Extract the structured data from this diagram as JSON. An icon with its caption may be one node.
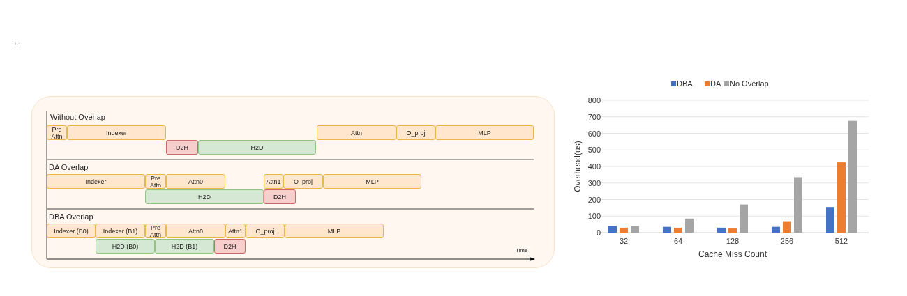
{
  "diagram": {
    "nodes": [
      {
        "text": [
          "Pre Attn"
        ]
      },
      {
        "text": [
          "Indexer"
        ]
      },
      {
        "text": [
          "Attn"
        ]
      },
      {
        "text": [
          "O_proj"
        ]
      },
      {
        "text": [
          "MLP"
        ]
      },
      {
        "text": [
          "D2H"
        ]
      },
      {
        "text": [
          "H2D"
        ]
      },
      {
        "text": [
          "Indexer"
        ]
      },
      {
        "text": [
          "Pre Attn"
        ]
      },
      {
        "text": [
          "Attn0"
        ]
      },
      {
        "text": [
          "Attn1"
        ]
      },
      {
        "text": [
          "O_proj"
        ]
      },
      {
        "text": [
          "MLP"
        ]
      },
      {
        "text": [
          "H2D"
        ]
      },
      {
        "text": [
          "D2H"
        ]
      },
      {
        "text": [
          "Indexer (B0)"
        ]
      },
      {
        "text": [
          "Indexer (B1)"
        ]
      },
      {
        "text": [
          "Pre Attn"
        ]
      },
      {
        "text": [
          "Attn0"
        ]
      },
      {
        "text": [
          "Attn1"
        ]
      },
      {
        "text": [
          "O_proj"
        ]
      },
      {
        "text": [
          "MLP"
        ]
      },
      {
        "text": [
          "H2D (B0)"
        ]
      },
      {
        "text": [
          "H2D (B1)"
        ]
      },
      {
        "text": [
          "D2H"
        ]
      }
    ],
    "edges": [],
    "labels": [
      ", ,",
      "Without Overlap",
      "DA Overlap",
      "DBA Overlap",
      "Time"
    ],
    "chart_data": {
      "type": "bar",
      "xlabel": "Cache Miss Count",
      "ylabel": "Overhead(us)",
      "categories": [
        "32",
        "64",
        "128",
        "256",
        "512"
      ],
      "series": [
        {
          "name": "DBA",
          "color": "#4472c4",
          "values": [
            40,
            35,
            30,
            35,
            155
          ]
        },
        {
          "name": "DA",
          "color": "#ed7d31",
          "values": [
            30,
            30,
            25,
            65,
            425
          ]
        },
        {
          "name": "No Overlap",
          "color": "#a5a5a5",
          "values": [
            40,
            85,
            170,
            335,
            675
          ]
        }
      ],
      "grid": true,
      "legend": true,
      "ylim": [
        0,
        800
      ],
      "yticks": [
        0,
        100,
        200,
        300,
        400,
        500,
        600,
        700,
        800
      ]
    }
  }
}
